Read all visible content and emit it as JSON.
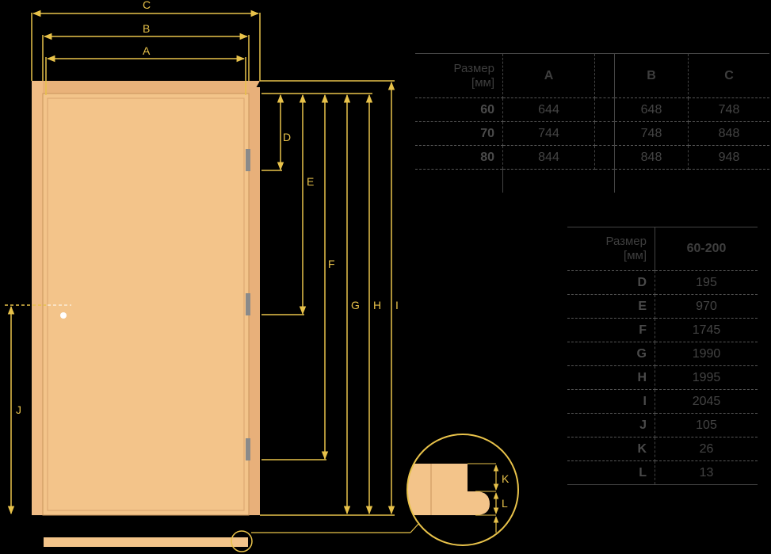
{
  "dimension_labels": {
    "A": "A",
    "B": "B",
    "C": "C",
    "D": "D",
    "E": "E",
    "F": "F",
    "G": "G",
    "H": "H",
    "I": "I",
    "J": "J",
    "K": "K",
    "L": "L"
  },
  "table_width": {
    "header_label_line1": "Размер",
    "header_label_line2": "[мм]",
    "columns": [
      "A",
      "B",
      "C"
    ],
    "rows": [
      {
        "size": "60",
        "values": [
          "644",
          "648",
          "748"
        ]
      },
      {
        "size": "70",
        "values": [
          "744",
          "748",
          "848"
        ]
      },
      {
        "size": "80",
        "values": [
          "844",
          "848",
          "948"
        ]
      }
    ]
  },
  "table_height": {
    "header_label_line1": "Размер",
    "header_label_line2": "[мм]",
    "column": "60-200",
    "rows": [
      {
        "dim": "D",
        "value": "195"
      },
      {
        "dim": "E",
        "value": "970"
      },
      {
        "dim": "F",
        "value": "1745"
      },
      {
        "dim": "G",
        "value": "1990"
      },
      {
        "dim": "H",
        "value": "1995"
      },
      {
        "dim": "I",
        "value": "2045"
      },
      {
        "dim": "J",
        "value": "105"
      },
      {
        "dim": "K",
        "value": "26"
      },
      {
        "dim": "L",
        "value": "13"
      }
    ]
  },
  "colors": {
    "door_fill": "#f3c48a",
    "dimension_line": "#e8c24a",
    "background": "#000000"
  }
}
